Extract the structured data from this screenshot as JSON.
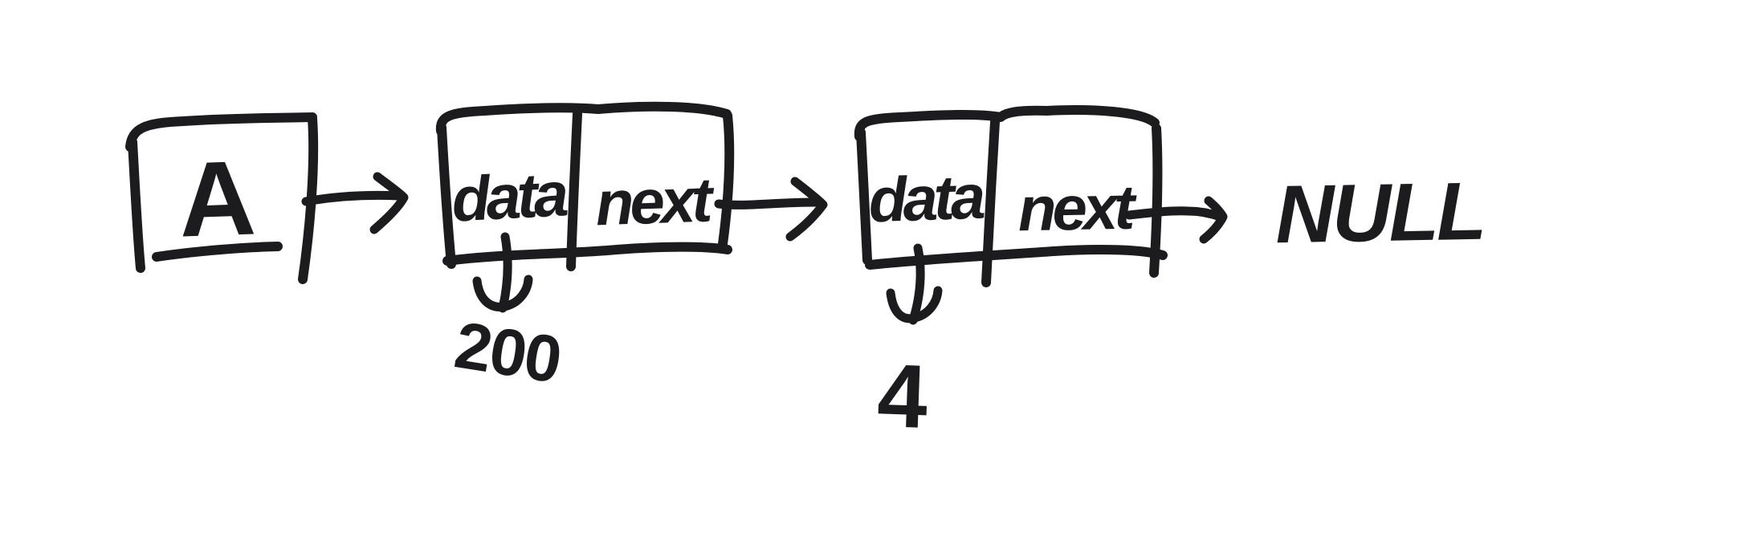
{
  "diagram": {
    "background_color": "#ffffff",
    "ink_color": "#1c1c1e",
    "head_box": {
      "label": "A"
    },
    "nodes": [
      {
        "data_label": "data",
        "next_label": "next",
        "value": "200"
      },
      {
        "data_label": "data",
        "next_label": "next",
        "value": "4"
      }
    ],
    "terminator_label": "NULL"
  }
}
